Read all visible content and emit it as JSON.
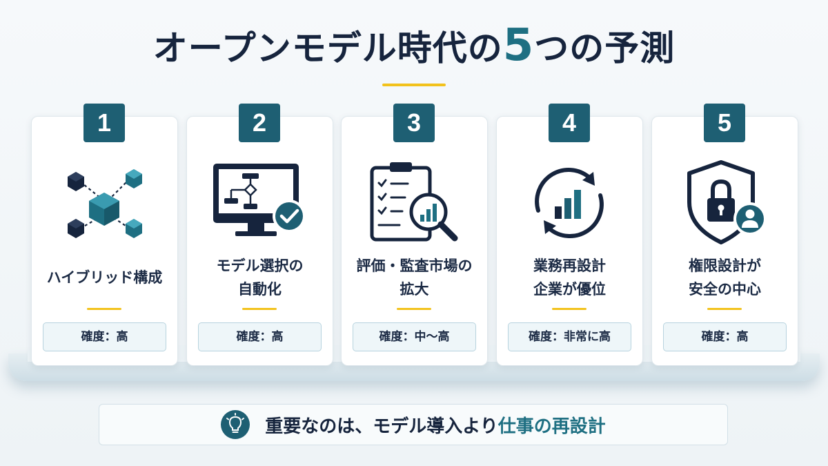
{
  "title": {
    "main": "オープンモデル時代の",
    "number": "5",
    "tail": "つの予測"
  },
  "cards": [
    {
      "number": "1",
      "icon": "network-cubes-icon",
      "label_lines": [
        "ハイブリッド構成",
        ""
      ],
      "confidence": "確度：高"
    },
    {
      "number": "2",
      "icon": "monitor-flowchart-check-icon",
      "label_lines": [
        "モデル選択の",
        "自動化"
      ],
      "confidence": "確度：高"
    },
    {
      "number": "3",
      "icon": "clipboard-magnifier-icon",
      "label_lines": [
        "評価・監査市場の",
        "拡大"
      ],
      "confidence": "確度：中〜高"
    },
    {
      "number": "4",
      "icon": "cycle-bar-chart-icon",
      "label_lines": [
        "業務再設計",
        "企業が優位"
      ],
      "confidence": "確度：非常に高"
    },
    {
      "number": "5",
      "icon": "shield-lock-user-icon",
      "label_lines": [
        "権限設計が",
        "安全の中心"
      ],
      "confidence": "確度：高"
    }
  ],
  "footer": {
    "icon": "lightbulb-icon",
    "text_main": "重要なのは、モデル導入より",
    "text_accent": "仕事の再設計"
  },
  "colors": {
    "navy": "#16243d",
    "teal": "#1e5f73",
    "accent_teal": "#1e6f82",
    "yellow": "#f2c21b"
  }
}
